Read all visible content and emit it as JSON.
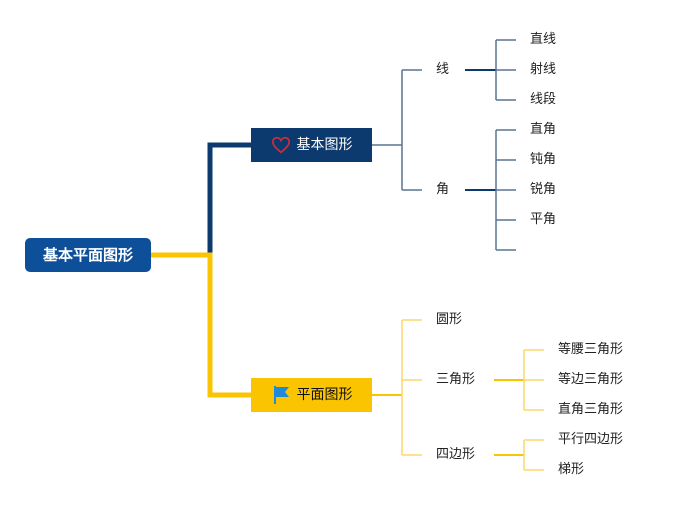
{
  "root": {
    "label": "基本平面图形"
  },
  "branches": [
    {
      "label": "基本图形",
      "icon": "heart-icon",
      "color": "#0d3a6e",
      "children": [
        {
          "label": "线",
          "children": [
            "直线",
            "射线",
            "线段"
          ]
        },
        {
          "label": "角",
          "children": [
            "直角",
            "钝角",
            "锐角",
            "平角"
          ]
        }
      ]
    },
    {
      "label": "平面图形",
      "icon": "flag-icon",
      "color": "#fbc400",
      "children": [
        {
          "label": "圆形",
          "children": []
        },
        {
          "label": "三角形",
          "children": [
            "等腰三角形",
            "等边三角形",
            "直角三角形"
          ]
        },
        {
          "label": "四边形",
          "children": [
            "平行四边形",
            "梯形"
          ]
        }
      ]
    }
  ],
  "colors": {
    "root_fill": "#0e4f9a",
    "blue_connector": "#0d3a6e",
    "blue_thin_connector": "#5a7590",
    "yellow_connector": "#fbc400",
    "yellow_thin_connector": "#fcd96b",
    "heart_icon": "#d22c3a",
    "flag_icon": "#1f8ad8"
  }
}
